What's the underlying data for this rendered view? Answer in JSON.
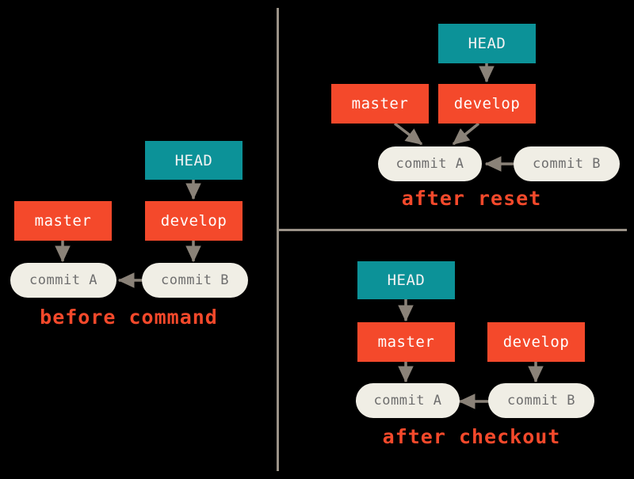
{
  "figure": {
    "title": "git reset vs git checkout branch pointer diagram",
    "background_color": "#000000",
    "colors": {
      "head_box": "#0C9298",
      "branch_box": "#F4492B",
      "commit_node": "#F0EEE5",
      "commit_text": "#6E6E6E",
      "arrow": "#8A8278",
      "divider": "#9A9287",
      "caption_text": "#F4492B"
    }
  },
  "panels": {
    "before": {
      "caption": "before command",
      "nodes": {
        "head": "HEAD",
        "master": "master",
        "develop": "develop",
        "commit_a": "commit A",
        "commit_b": "commit B"
      }
    },
    "after_reset": {
      "caption": "after reset",
      "nodes": {
        "head": "HEAD",
        "master": "master",
        "develop": "develop",
        "commit_a": "commit A",
        "commit_b": "commit B"
      }
    },
    "after_checkout": {
      "caption": "after checkout",
      "nodes": {
        "head": "HEAD",
        "master": "master",
        "develop": "develop",
        "commit_a": "commit A",
        "commit_b": "commit B"
      }
    }
  }
}
